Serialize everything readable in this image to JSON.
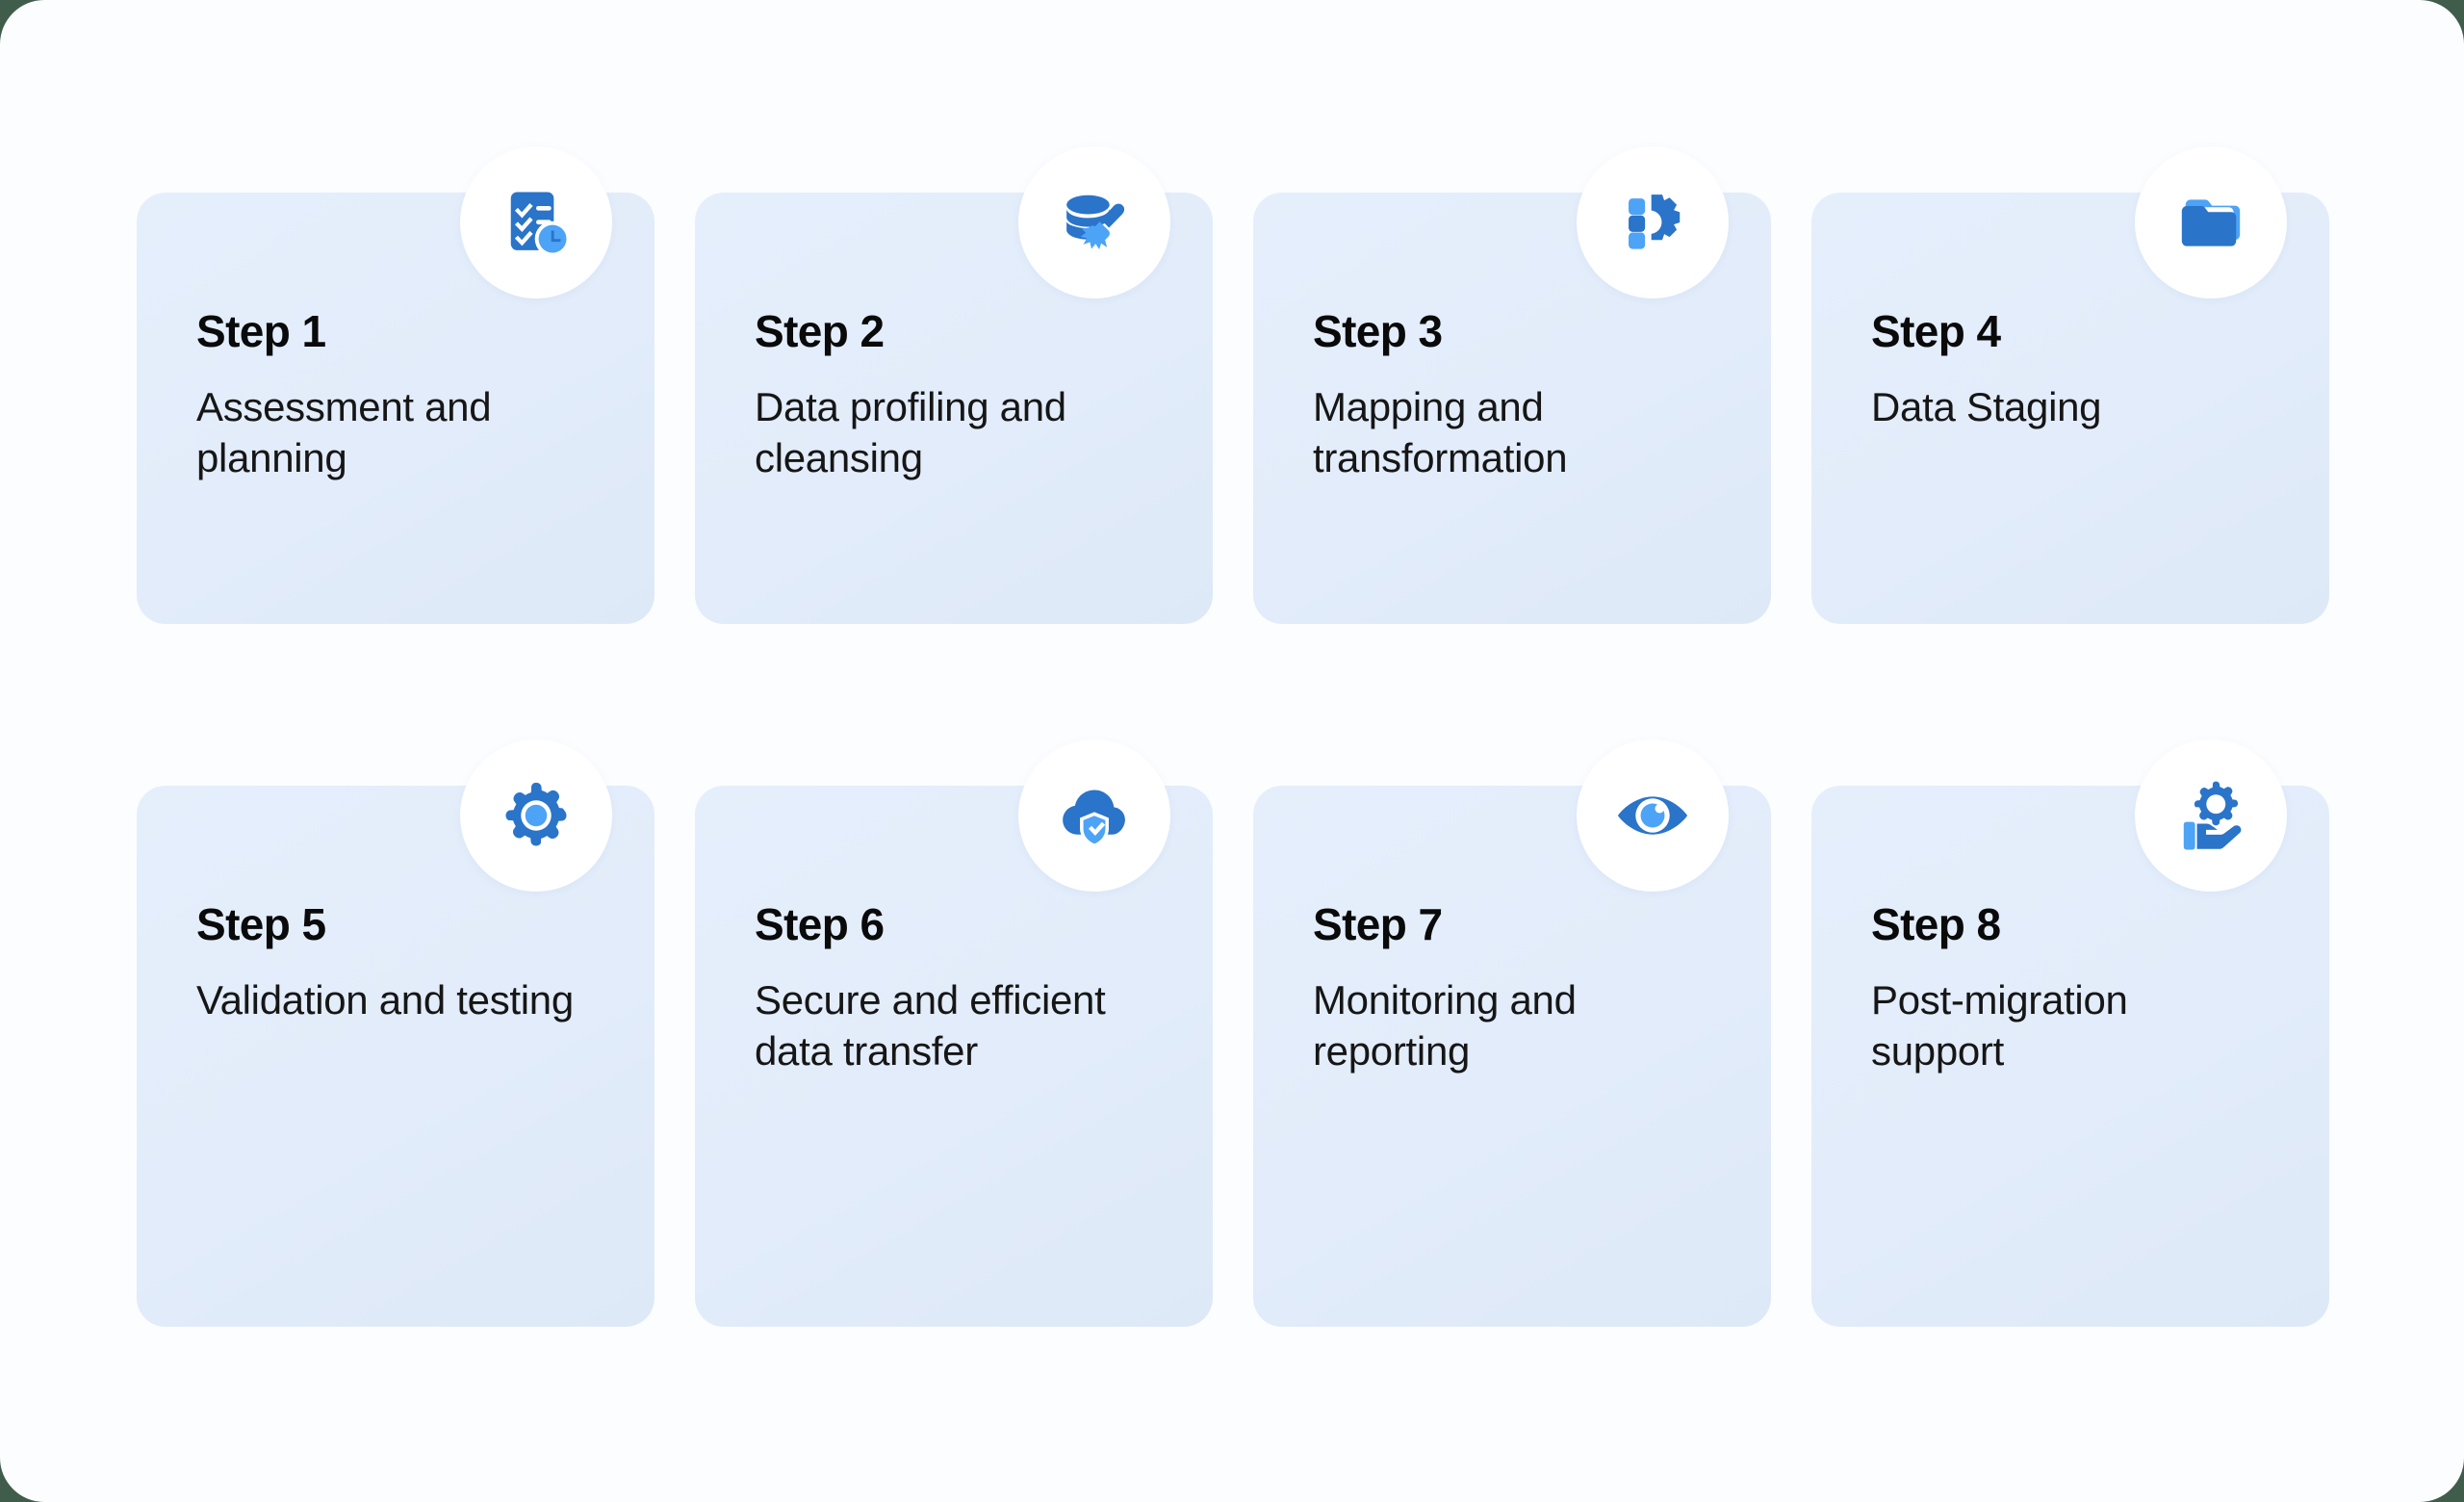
{
  "page": {
    "background_color": "#3f5d4a",
    "panel_color": "#fcfdff",
    "card_gradient_start": "#e5effc",
    "card_gradient_end": "#dde9f7",
    "icon_badge_color": "#ffffff",
    "icon_primary_color": "#2a74c9",
    "icon_accent_color": "#4da3f5",
    "title_color": "#0a0a0a",
    "description_color": "#161616"
  },
  "steps": [
    {
      "title": "Step 1",
      "description": "Assessment and planning",
      "icon": "clipboard-checklist-clock-icon"
    },
    {
      "title": "Step 2",
      "description": "Data profiling and cleansing",
      "icon": "database-brush-icon"
    },
    {
      "title": "Step 3",
      "description": "Mapping and transformation",
      "icon": "blocks-gear-transform-icon"
    },
    {
      "title": "Step 4",
      "description": "Data Staging",
      "icon": "stacked-folders-icon"
    },
    {
      "title": "Step 5",
      "description": "Validation and testing",
      "icon": "gear-icon"
    },
    {
      "title": "Step 6",
      "description": "Secure and efficient data transfer",
      "icon": "cloud-shield-check-icon"
    },
    {
      "title": "Step 7",
      "description": "Monitoring and reporting",
      "icon": "eye-icon"
    },
    {
      "title": "Step 8",
      "description": "Post-migration support",
      "icon": "hand-holding-gear-icon"
    }
  ]
}
